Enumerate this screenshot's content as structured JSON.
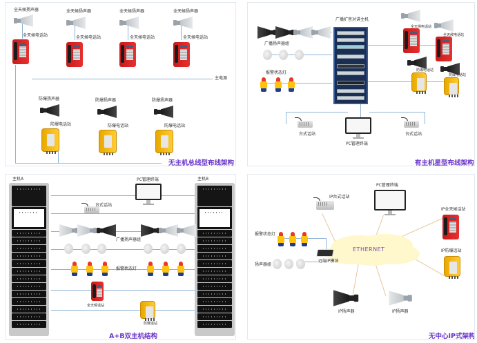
{
  "panels": [
    {
      "id": "bus-no-host",
      "title": "无主机总线型布线架构",
      "labels": {
        "weatherproof_speaker": "全天候扬声器",
        "weatherproof_phone": "全天候电话站",
        "main_power": "主电源",
        "explosion_speaker": "防爆扬声器",
        "explosion_phone": "防爆电话站"
      }
    },
    {
      "id": "star-with-host",
      "title": "有主机星型布线架构",
      "labels": {
        "host": "广播扩音对讲主机",
        "speaker_group": "广播扬声器组",
        "warning_light": "报警状态灯",
        "weatherproof_phone": "全天候电话站",
        "explosion_phone": "防爆电话站",
        "desk_station": "台式话站",
        "pc_terminal": "PC管理终端"
      }
    },
    {
      "id": "dual-host",
      "title": "A+B双主机结构",
      "labels": {
        "host_a": "主机A",
        "host_b": "主机B",
        "pc_terminal": "PC管理终端",
        "desk_station": "台式话站",
        "speaker_group": "广播扬声器组",
        "warning_light": "报警状态灯",
        "weatherproof_phone": "全天候话站",
        "explosion_phone": "防爆话站"
      }
    },
    {
      "id": "ip-decentral",
      "title": "无中心IP式架构",
      "labels": {
        "ip_desk_station": "IP台式话站",
        "pc_terminal": "PC管理终端",
        "ip_weatherproof_phone": "IP全天候话站",
        "ip_explosion_phone": "IP防爆话站",
        "warning_light": "报警状态灯",
        "speaker_group": "扬声器组",
        "remote_ip_module": "远端IP模块",
        "ethernet": "ETHERNET",
        "ip_speaker": "IP扬声器"
      }
    }
  ],
  "colors": {
    "title": "#6a35c8",
    "bus_wire": "#8fb4d4",
    "ethernet_wire": "#e8c79c",
    "cloud": "#fff8cc"
  }
}
